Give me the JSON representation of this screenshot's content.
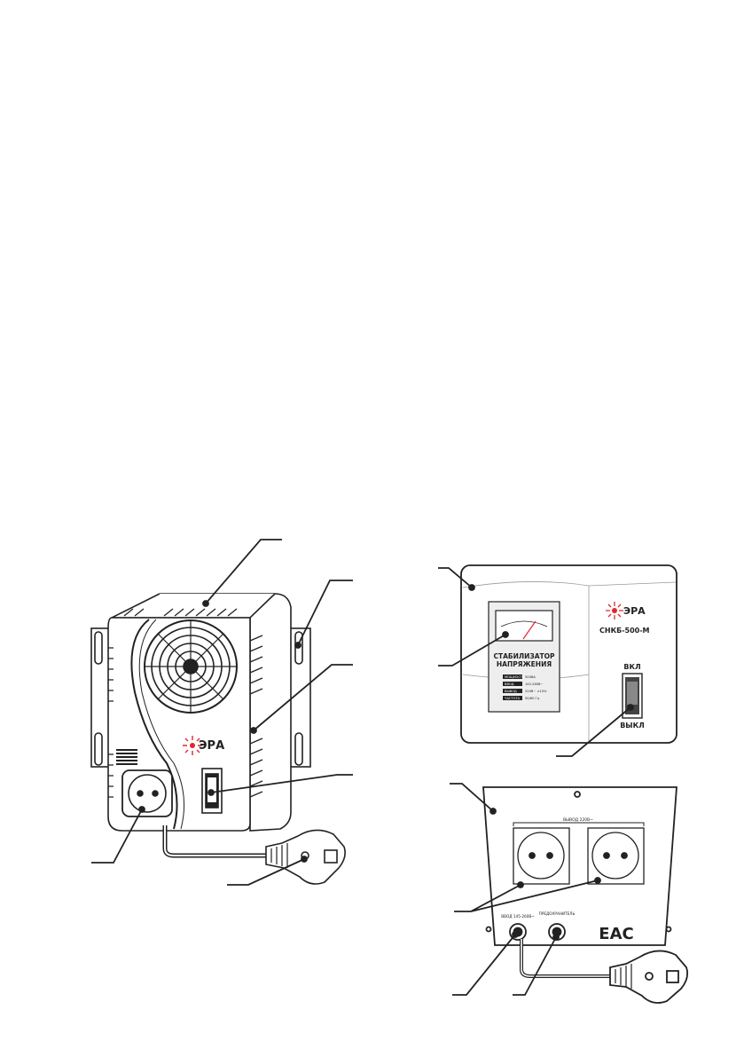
{
  "brand": {
    "logo_text": "ЭРА",
    "accent_color": "#e3262c"
  },
  "front_panel": {
    "model": "СНКБ-500-М",
    "title_line1": "СТАБИЛИЗАТОР",
    "title_line2": "НАПРЯЖЕНИЯ",
    "switch_on": "ВКЛ",
    "switch_off": "ВЫКЛ",
    "specs": [
      {
        "key": "МОЩНОСТЬ",
        "value": "500ВА"
      },
      {
        "key": "ВВОД",
        "value": "145-260В~"
      },
      {
        "key": "ВЫВОД",
        "value": "220В~ ±10%"
      },
      {
        "key": "ЧАСТОТА",
        "value": "50/60 Гц"
      }
    ]
  },
  "rear_panel": {
    "output_label": "ВЫВОД 220В~",
    "input_label": "ВВОД 145-260В~",
    "fuse_label": "ПРЕДОХРАНИТЕЛЬ",
    "cert_mark": "EAC"
  }
}
